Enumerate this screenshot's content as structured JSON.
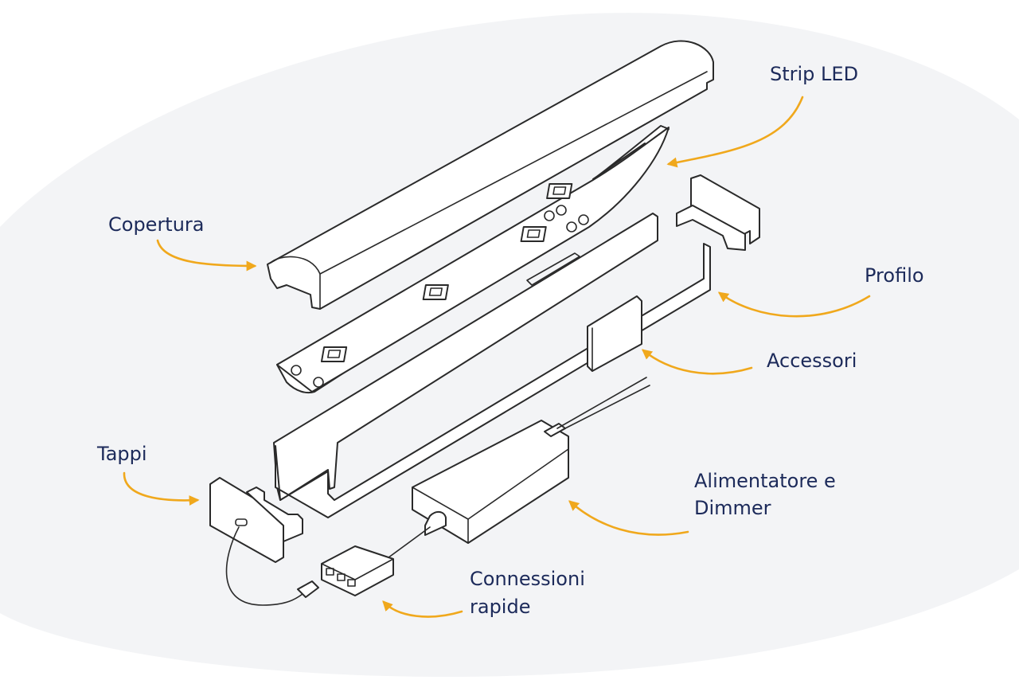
{
  "colors": {
    "background_blob": "#f3f4f6",
    "label_text": "#1c2a5a",
    "arrow": "#f0a81c",
    "line": "#2a2a2a"
  },
  "labels": {
    "strip_led": "Strip LED",
    "copertura": "Copertura",
    "profilo": "Profilo",
    "accessori": "Accessori",
    "tappi": "Tappi",
    "alimentatore_line1": "Alimentatore e",
    "alimentatore_line2": "Dimmer",
    "connessioni_line1": "Connessioni",
    "connessioni_line2": "rapide"
  }
}
